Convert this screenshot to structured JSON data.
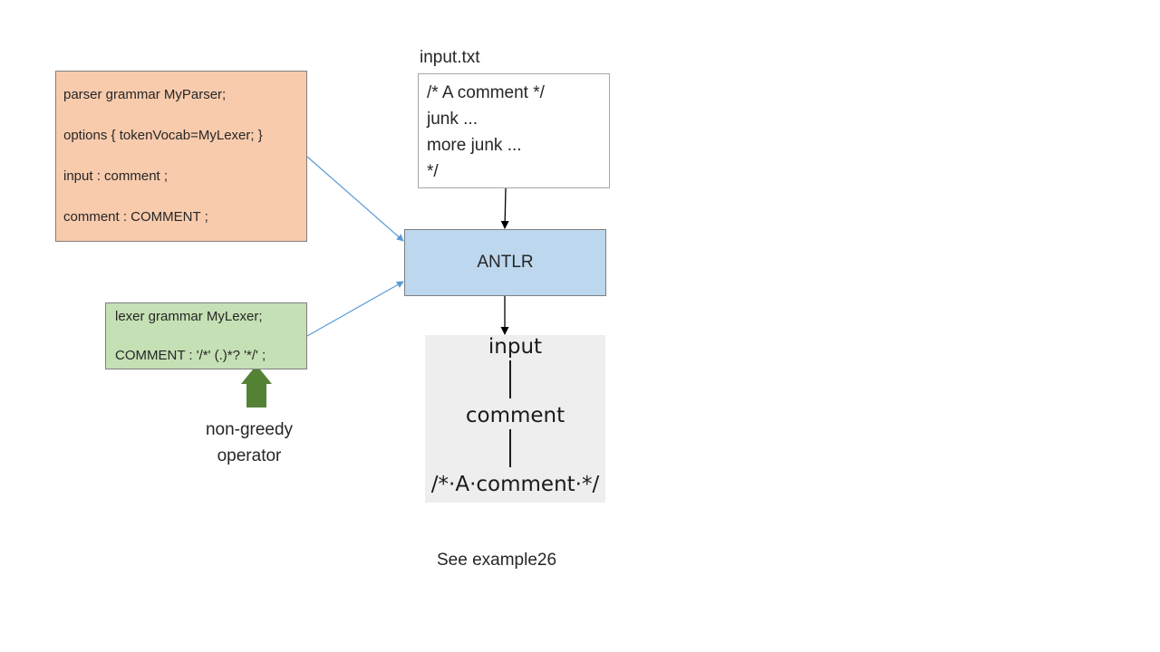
{
  "parser_grammar": {
    "lines": [
      "parser grammar MyParser;",
      "options { tokenVocab=MyLexer; }",
      "input : comment ;",
      "comment : COMMENT ;"
    ]
  },
  "lexer_grammar": {
    "lines": [
      "lexer grammar MyLexer;",
      "COMMENT : '/*' (.)*? '*/' ;"
    ]
  },
  "input_file": {
    "label": "input.txt",
    "lines": [
      "/* A comment */",
      "junk ...",
      "more junk ...",
      "*/"
    ]
  },
  "antlr": {
    "label": "ANTLR"
  },
  "parse_tree": {
    "root": "input",
    "child": "comment",
    "leaf": "/*·A·comment·*/"
  },
  "annotations": {
    "non_greedy": "non-greedy operator",
    "see_example": "See example26"
  },
  "colors": {
    "parser_fill": "#f8cbad",
    "lexer_fill": "#c5e0b4",
    "antlr_fill": "#bdd7ee",
    "blue_arrow": "#5b9bd5",
    "green_arrow": "#548235"
  }
}
